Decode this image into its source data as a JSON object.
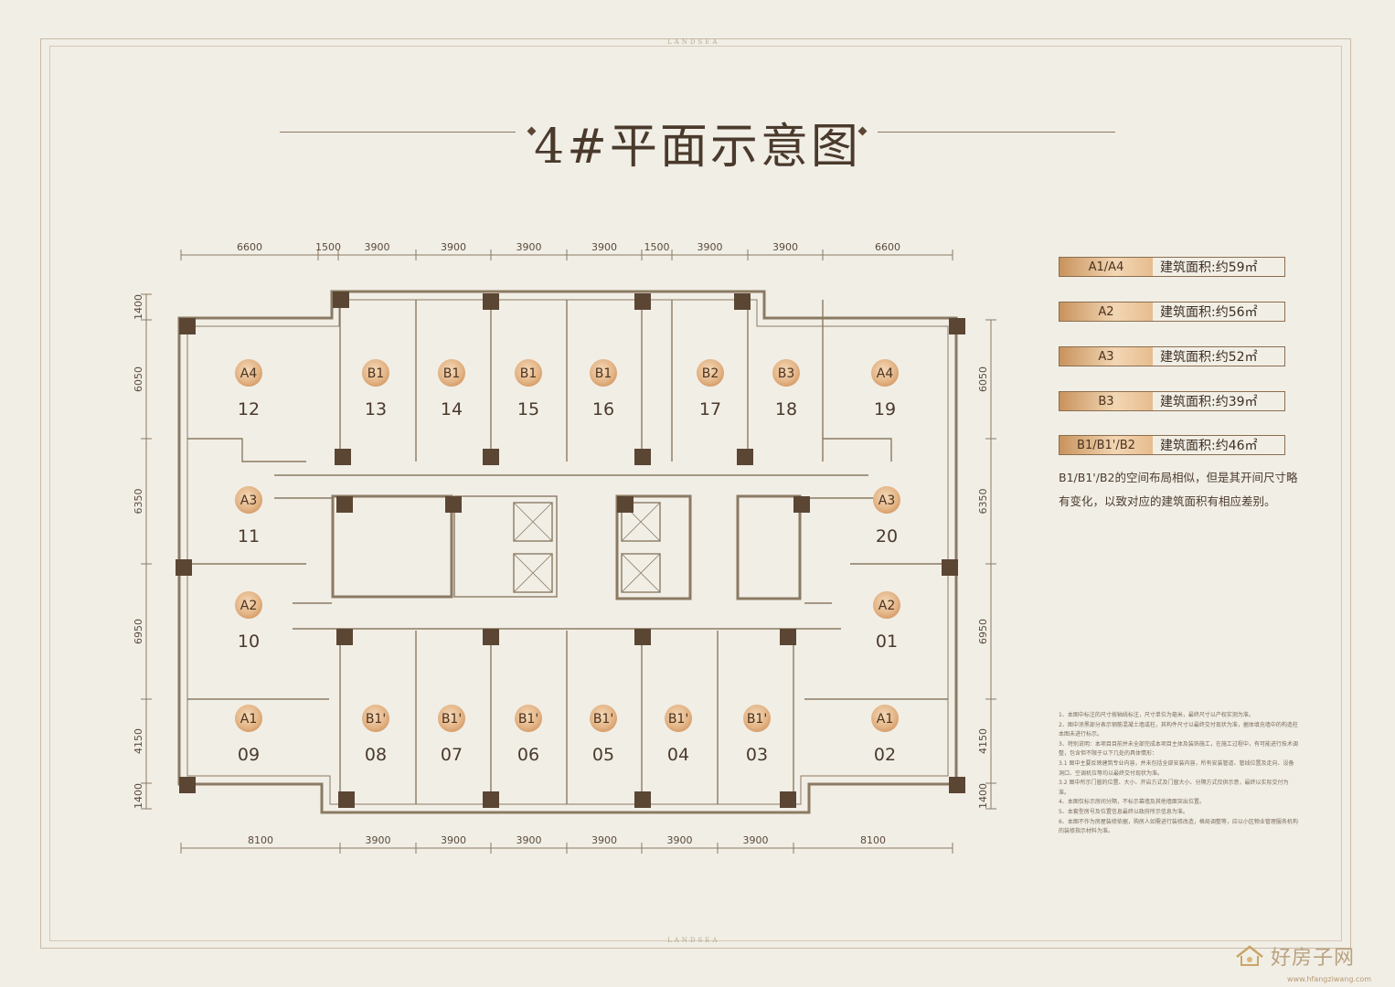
{
  "title": "4#平面示意图",
  "brand": "LANDSEA",
  "dims_top": [
    "6600",
    "1500",
    "3900",
    "3900",
    "3900",
    "3900",
    "1500",
    "3900",
    "3900",
    "6600"
  ],
  "dims_bottom": [
    "8100",
    "3900",
    "3900",
    "3900",
    "3900",
    "3900",
    "3900",
    "8100"
  ],
  "dims_left": [
    "1400",
    "6050",
    "6350",
    "6950",
    "4150",
    "1400"
  ],
  "dims_right": [
    "6050",
    "6350",
    "6950",
    "4150",
    "1400"
  ],
  "units_upper": [
    {
      "type": "A4",
      "number": "12"
    },
    {
      "type": "B1",
      "number": "13"
    },
    {
      "type": "B1",
      "number": "14"
    },
    {
      "type": "B1",
      "number": "15"
    },
    {
      "type": "B1",
      "number": "16"
    },
    {
      "type": "B2",
      "number": "17"
    },
    {
      "type": "B3",
      "number": "18"
    },
    {
      "type": "A4",
      "number": "19"
    }
  ],
  "units_middle": [
    {
      "type": "A3",
      "number": "11"
    },
    {
      "type": "A3",
      "number": "20"
    },
    {
      "type": "A2",
      "number": "10"
    },
    {
      "type": "A2",
      "number": "01"
    }
  ],
  "units_lower": [
    {
      "type": "A1",
      "number": "09"
    },
    {
      "type": "B1'",
      "number": "08"
    },
    {
      "type": "B1'",
      "number": "07"
    },
    {
      "type": "B1'",
      "number": "06"
    },
    {
      "type": "B1'",
      "number": "05"
    },
    {
      "type": "B1'",
      "number": "04"
    },
    {
      "type": "B1'",
      "number": "03"
    },
    {
      "type": "A1",
      "number": "02"
    }
  ],
  "legend": [
    {
      "tag": "A1/A4",
      "label": "建筑面积:约59㎡"
    },
    {
      "tag": "A2",
      "label": "建筑面积:约56㎡"
    },
    {
      "tag": "A3",
      "label": "建筑面积:约52㎡"
    },
    {
      "tag": "B3",
      "label": "建筑面积:约39㎡"
    },
    {
      "tag": "B1/B1'/B2",
      "label": "建筑面积:约46㎡"
    }
  ],
  "legend_note": "B1/B1'/B2的空间布局相似，但是其开间尺寸略有变化，以致对应的建筑面积有相应差别。",
  "notes": [
    "1、本图中标注的尺寸按轴线标注，尺寸单位为毫米，最终尺寸以产权实测为准。",
    "2、图中涂黑部分表示钢筋混凝土墙或柱，其构件尺寸以最终交付现状为准，据体填充墙中的构造柱本图未进行标示。",
    "3、特别说明：本项目目前并未全部完成本项目主体及装饰施工，在施工过程中，有可能进行技术调整，包含但不限于以下几处的具体情形：",
    "3.1 图中主要反映建筑专业内容，并未包括全部安装内容，所有安装管道、管线位置及走向、设备洞口、空调机位等均以最终交付现状为准。",
    "3.2 图中所示门窗的位置、大小、开启方式及门窗大小、分隔方式仅供示意，最终以实际交付为准。",
    "4、本图仅标示房间分隔，不标示幕墙及其他墙面突出位置。",
    "5、本套型房号及位置信息最终以政府所示信息为准。",
    "6、本图不作为房屋装修依据，购房人如需进行装修改造，格局调整等，应以小区物业管理服务机构的装修指示材料为准。"
  ],
  "watermark": {
    "text": "好房子网",
    "url": "www.hfangziwang.com"
  },
  "colors": {
    "wall": "#5b4634",
    "line": "#8b7a62",
    "tag_gold": "#e4b688",
    "bg": "#f1eee6"
  }
}
